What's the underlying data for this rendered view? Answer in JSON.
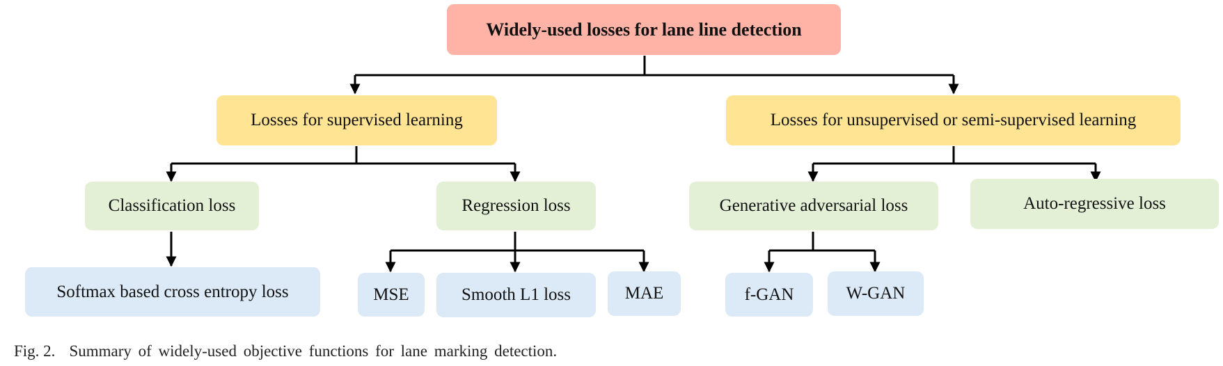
{
  "root": {
    "label": "Widely-used losses for lane line detection"
  },
  "level1": {
    "supervised": "Losses for supervised learning",
    "unsupervised": "Losses for unsupervised or semi-supervised learning"
  },
  "level2": {
    "classification": "Classification loss",
    "regression": "Regression loss",
    "gan": "Generative adversarial loss",
    "autoregressive": "Auto-regressive loss"
  },
  "level3": {
    "softmax": "Softmax based cross entropy loss",
    "mse": "MSE",
    "smooth_l1": "Smooth L1 loss",
    "mae": "MAE",
    "fgan": "f-GAN",
    "wgan": "W-GAN"
  },
  "caption": {
    "fig": "Fig. 2.",
    "text": "Summary of widely-used objective functions for lane marking detection."
  },
  "colors": {
    "root": "#ffb3a6",
    "level1": "#ffe494",
    "level2": "#e3f0d6",
    "level3": "#dce9f6"
  }
}
